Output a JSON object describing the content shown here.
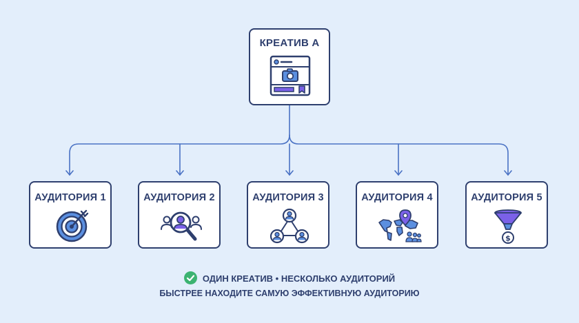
{
  "root": {
    "title": "КРЕАТИВ А"
  },
  "audiences": [
    {
      "title": "АУДИТОРИЯ 1",
      "icon": "target-icon"
    },
    {
      "title": "АУДИТОРИЯ 2",
      "icon": "people-search-icon"
    },
    {
      "title": "АУДИТОРИЯ 3",
      "icon": "network-icon"
    },
    {
      "title": "АУДИТОРИЯ 4",
      "icon": "world-map-icon"
    },
    {
      "title": "АУДИТОРИЯ 5",
      "icon": "funnel-icon"
    }
  ],
  "footer": {
    "line1": "ОДИН КРЕАТИВ • НЕСКОЛЬКО АУДИТОРИЙ",
    "line2": "БЫСТРЕЕ НАХОДИТЕ САМУЮ ЭФФЕКТИВНУЮ АУДИТОРИЮ"
  },
  "colors": {
    "background": "#e3eefb",
    "navy": "#2e3f6e",
    "accent_blue": "#5b8fe0",
    "accent_purple": "#7b61e8",
    "check_green": "#3cb371"
  }
}
